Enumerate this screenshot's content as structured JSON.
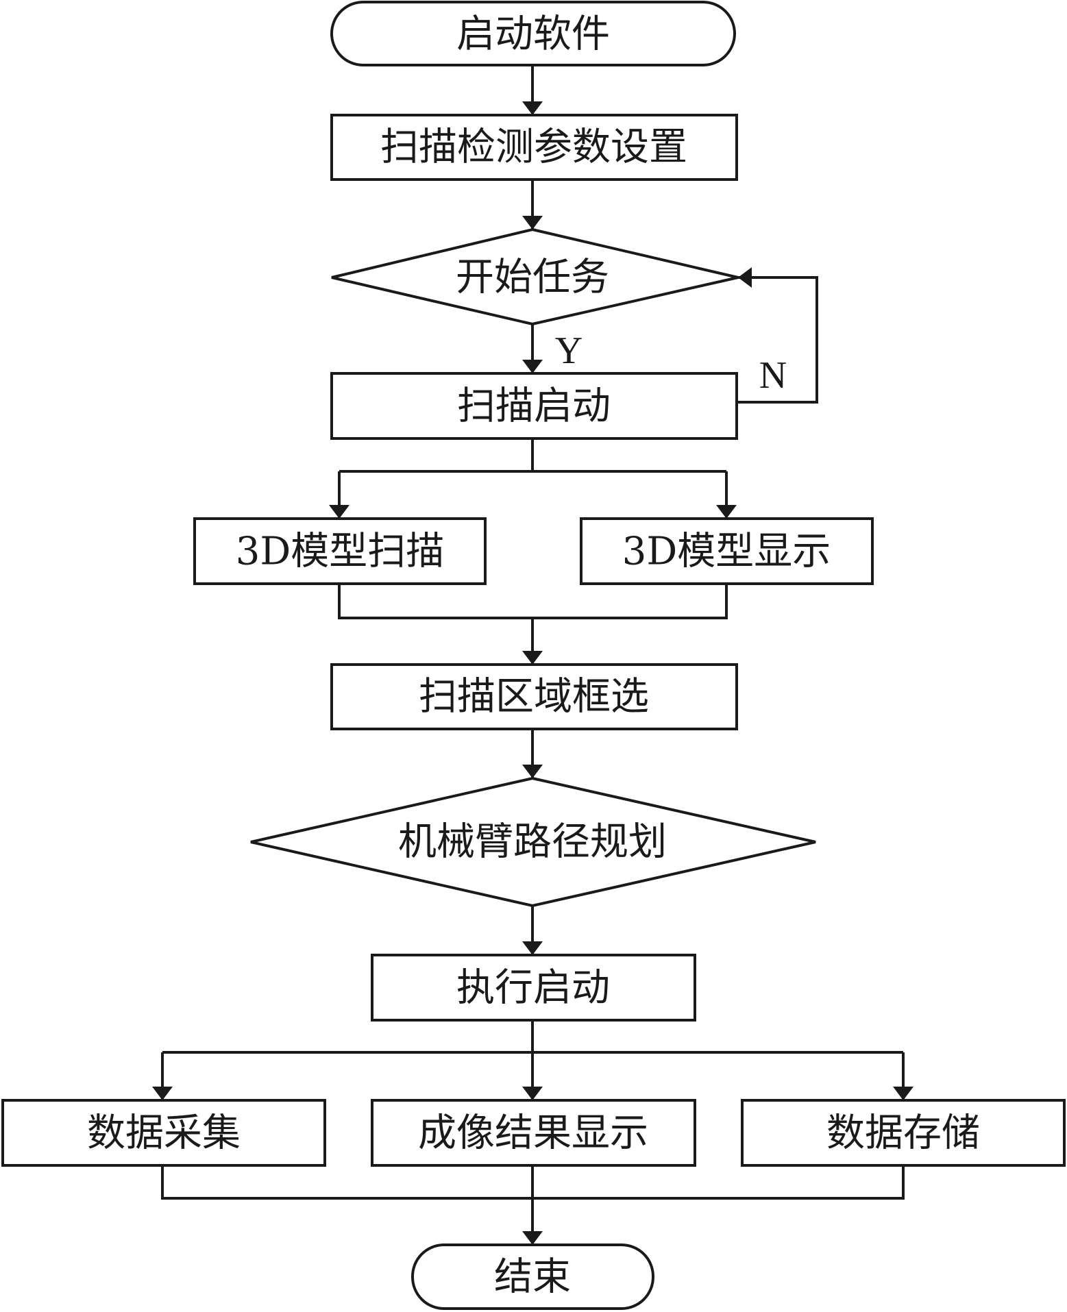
{
  "nodes": {
    "start": "启动软件",
    "scan_params": "扫描检测参数设置",
    "start_task": "开始任务",
    "scan_start": "扫描启动",
    "model_scan": "3D模型扫描",
    "model_display": "3D模型显示",
    "region_select": "扫描区域框选",
    "arm_path": "机械臂路径规划",
    "exec_start": "执行启动",
    "data_collect": "数据采集",
    "imaging_display": "成像结果显示",
    "data_store": "数据存储",
    "end": "结束"
  },
  "edge_labels": {
    "yes": "Y",
    "no": "N"
  },
  "colors": {
    "stroke": "#1a1a1a",
    "fill": "#ffffff"
  }
}
